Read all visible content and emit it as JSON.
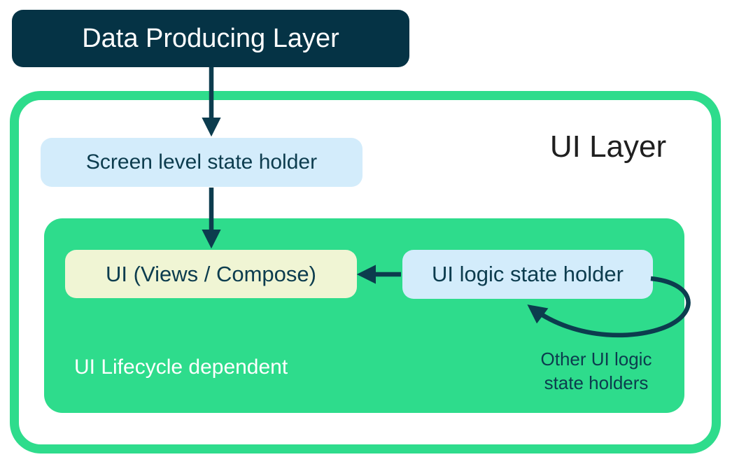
{
  "diagram": {
    "nodes": {
      "data_producing_layer": "Data Producing Layer",
      "ui_layer": "UI Layer",
      "screen_state_holder": "Screen level state holder",
      "ui_views_compose": "UI (Views / Compose)",
      "ui_logic_state_holder": "UI logic state holder",
      "lifecycle_caption": "UI Lifecycle dependent",
      "other_note_line1": "Other UI logic",
      "other_note_line2": "state holders"
    },
    "arrows": [
      {
        "name": "arrow-data-producing-to-screen-state-holder",
        "from": "Data Producing Layer",
        "to": "Screen level state holder",
        "direction": "down"
      },
      {
        "name": "arrow-screen-state-holder-to-ui",
        "from": "Screen level state holder",
        "to": "UI (Views / Compose)",
        "direction": "down"
      },
      {
        "name": "arrow-ui-logic-holder-to-ui",
        "from": "UI logic state holder",
        "to": "UI (Views / Compose)",
        "direction": "left"
      },
      {
        "name": "arrow-loop-other-ui-logic-holders",
        "from": "UI logic state holder",
        "to": "UI logic state holder",
        "direction": "loop",
        "label": "Other UI logic state holders"
      }
    ],
    "colors": {
      "dark_teal": "#053345",
      "green": "#2EDC8C",
      "light_blue": "#D3ECFB",
      "cream": "#F0F5D4",
      "navy_text_and_arrows": "#0C3C4E",
      "ui_layer_text": "#1F1F1F",
      "background": "#FFFFFF"
    }
  }
}
